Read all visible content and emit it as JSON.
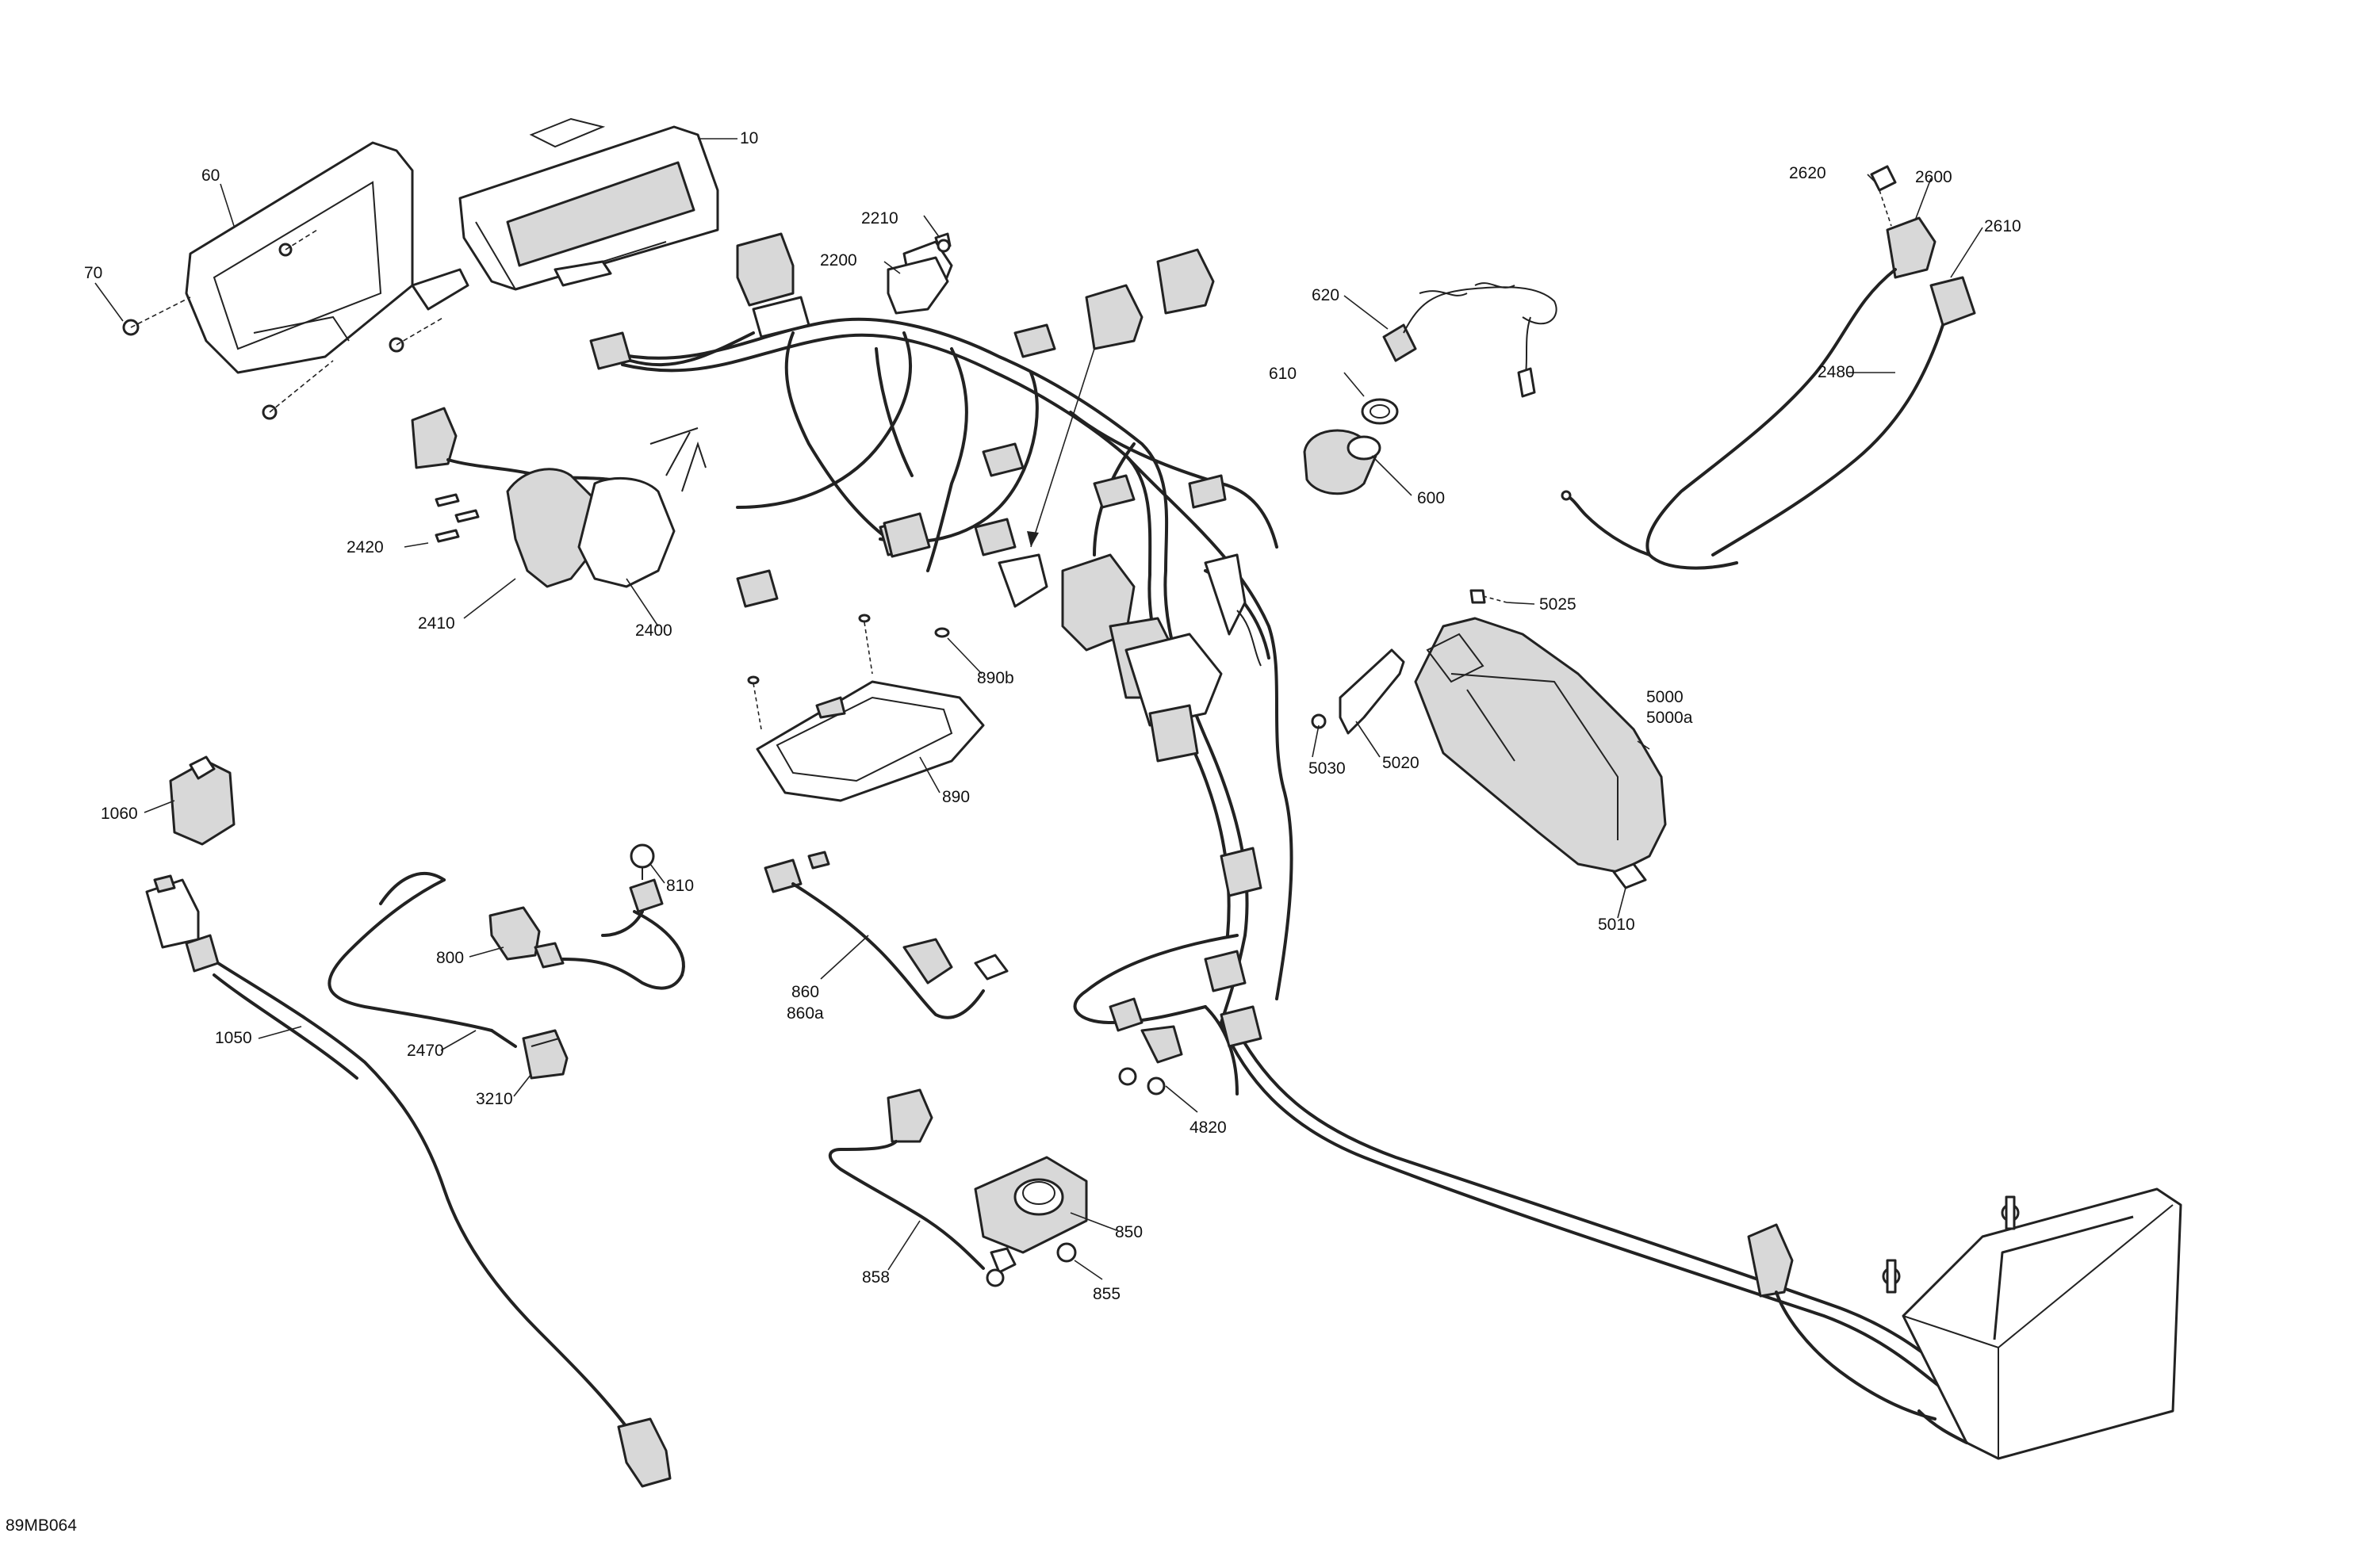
{
  "diagram_code": "89MB064",
  "callouts": [
    {
      "id": "c10",
      "text": "10"
    },
    {
      "id": "c60",
      "text": "60"
    },
    {
      "id": "c70",
      "text": "70"
    },
    {
      "id": "c2210",
      "text": "2210"
    },
    {
      "id": "c2200",
      "text": "2200"
    },
    {
      "id": "c620",
      "text": "620"
    },
    {
      "id": "c610",
      "text": "610"
    },
    {
      "id": "c600",
      "text": "600"
    },
    {
      "id": "c2620",
      "text": "2620"
    },
    {
      "id": "c2600",
      "text": "2600"
    },
    {
      "id": "c2610",
      "text": "2610"
    },
    {
      "id": "c2480",
      "text": "2480"
    },
    {
      "id": "c2420",
      "text": "2420"
    },
    {
      "id": "c2410",
      "text": "2410"
    },
    {
      "id": "c2400",
      "text": "2400"
    },
    {
      "id": "c890b",
      "text": "890b"
    },
    {
      "id": "c890",
      "text": "890"
    },
    {
      "id": "c5025",
      "text": "5025"
    },
    {
      "id": "c5000",
      "text": "5000"
    },
    {
      "id": "c5000a",
      "text": "5000a"
    },
    {
      "id": "c5030",
      "text": "5030"
    },
    {
      "id": "c5020",
      "text": "5020"
    },
    {
      "id": "c5010",
      "text": "5010"
    },
    {
      "id": "c1060",
      "text": "1060"
    },
    {
      "id": "c810",
      "text": "810"
    },
    {
      "id": "c800",
      "text": "800"
    },
    {
      "id": "c860",
      "text": "860"
    },
    {
      "id": "c860a",
      "text": "860a"
    },
    {
      "id": "c2470",
      "text": "2470"
    },
    {
      "id": "c3210",
      "text": "3210"
    },
    {
      "id": "c1050",
      "text": "1050"
    },
    {
      "id": "c4820",
      "text": "4820"
    },
    {
      "id": "c850",
      "text": "850"
    },
    {
      "id": "c858",
      "text": "858"
    },
    {
      "id": "c855",
      "text": "855"
    }
  ]
}
